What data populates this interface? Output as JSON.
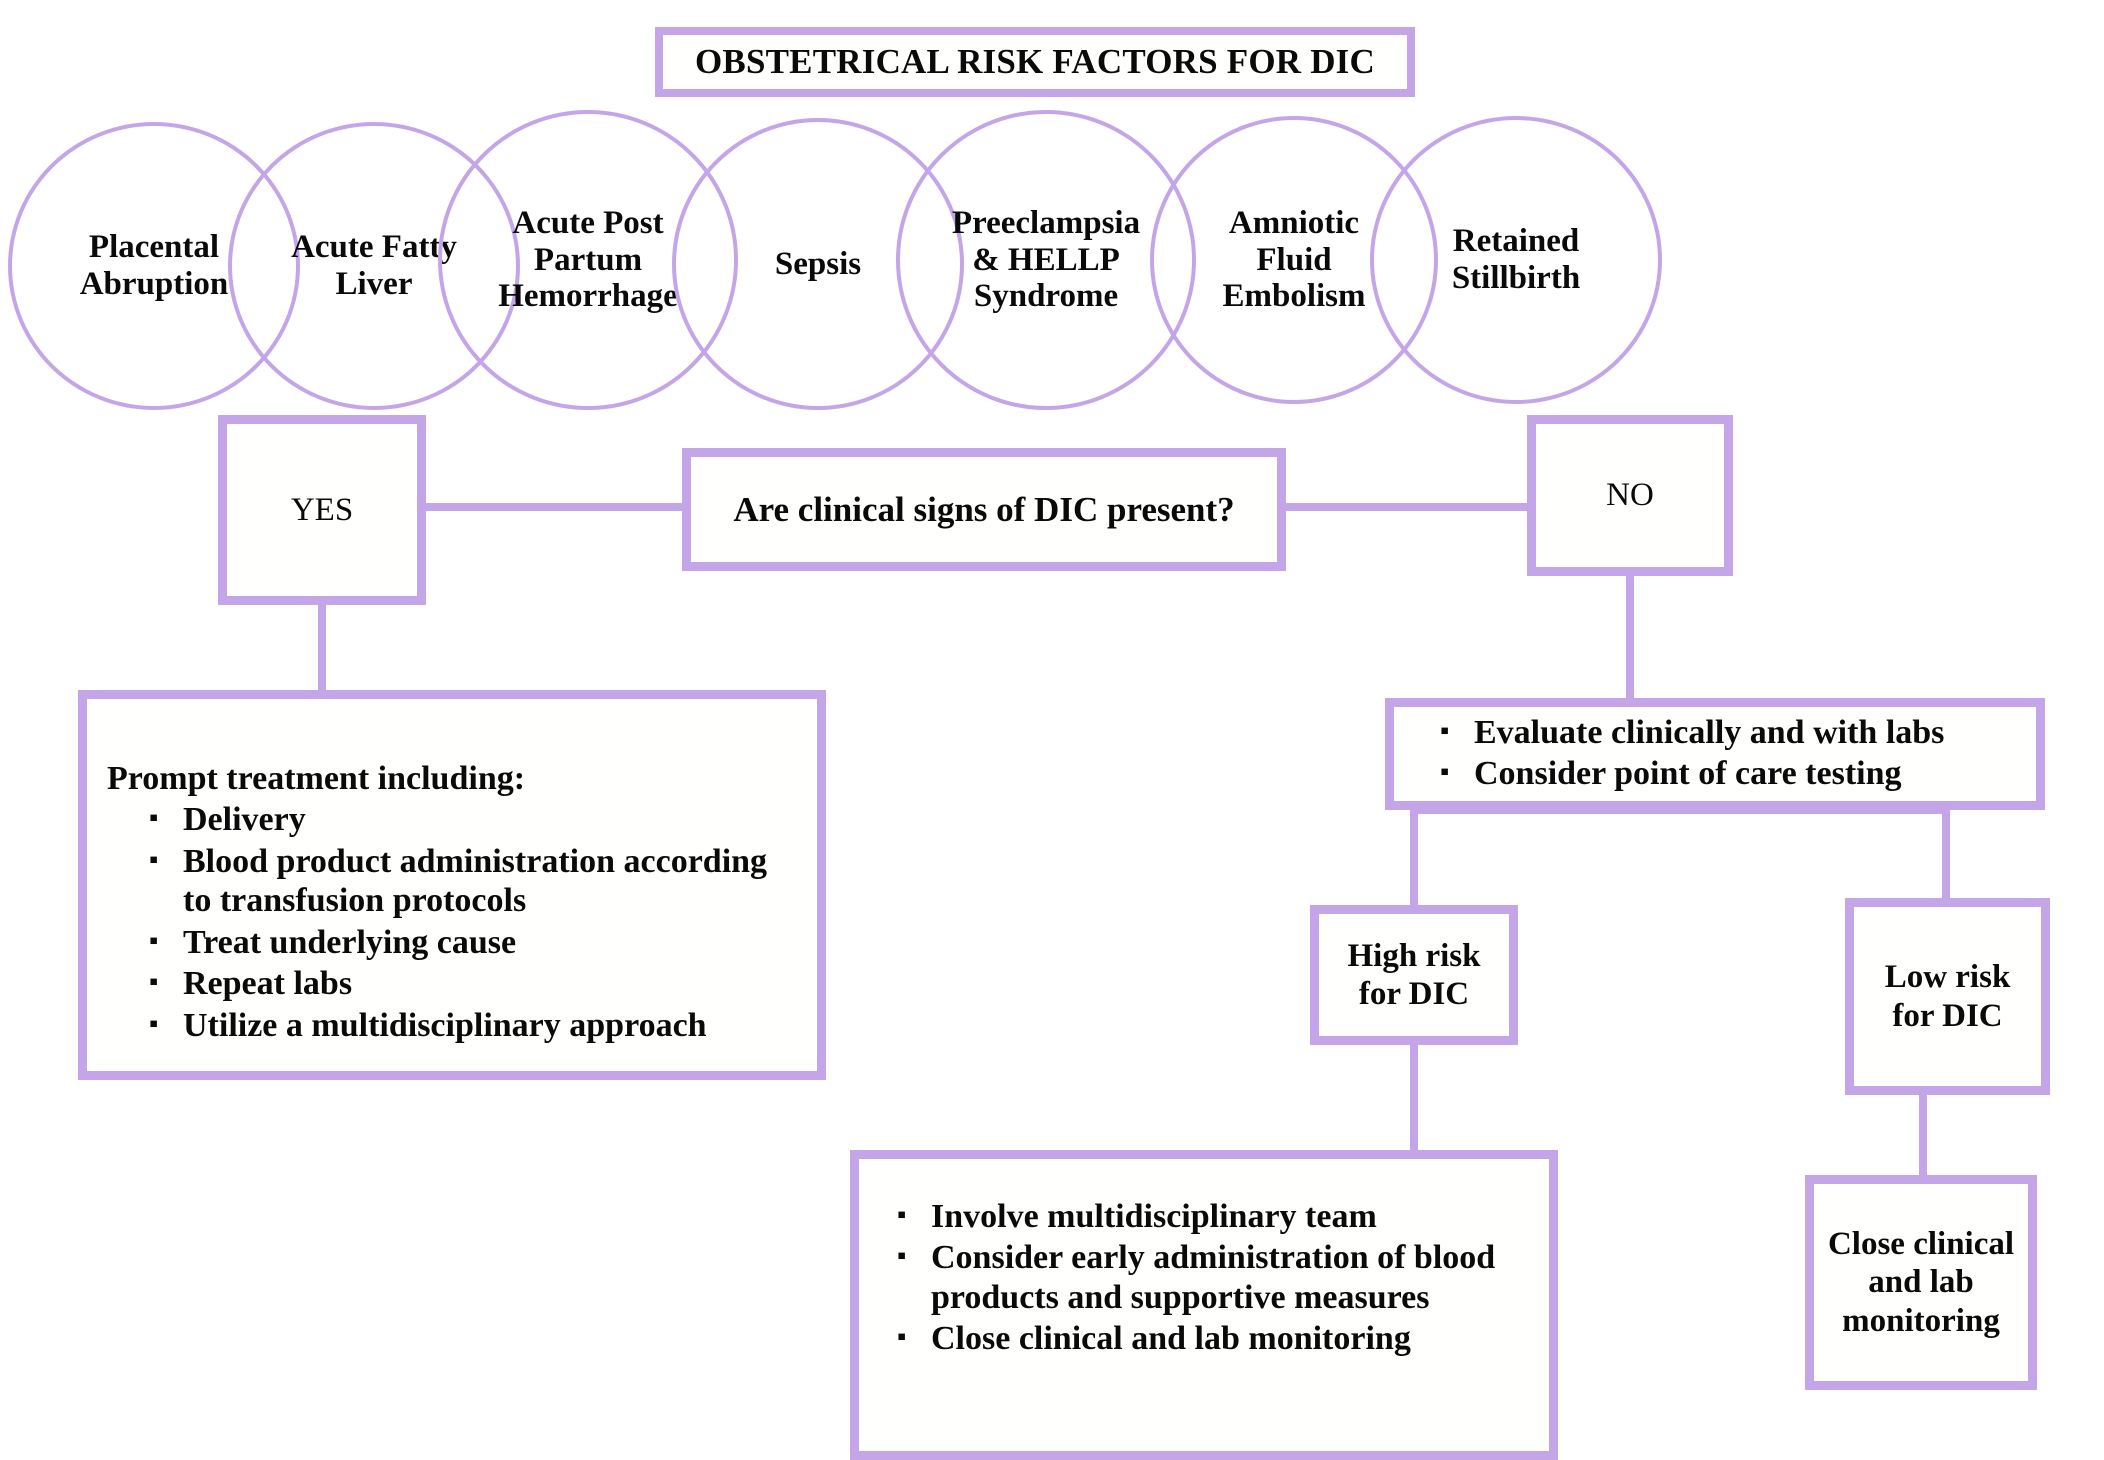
{
  "title": {
    "text": "OBSTETRICAL RISK FACTORS FOR DIC"
  },
  "risk_factors": [
    {
      "label": "Placental\nAbruption"
    },
    {
      "label": "Acute Fatty\nLiver"
    },
    {
      "label": "Acute Post\nPartum\nHemorrhage"
    },
    {
      "label": "Sepsis"
    },
    {
      "label": "Preeclampsia\n& HELLP\nSyndrome"
    },
    {
      "label": "Amniotic\nFluid\nEmbolism"
    },
    {
      "label": "Retained\nStillbirth"
    }
  ],
  "decision": {
    "yes_label": "YES",
    "question": "Are clinical signs of DIC present?",
    "no_label": "NO"
  },
  "yes_branch": {
    "lead": "Prompt treatment including:",
    "items": [
      "Delivery",
      "Blood product administration according to transfusion protocols",
      "Treat underlying cause",
      "Repeat labs",
      "Utilize a multidisciplinary approach"
    ],
    "bullet_glyph": "▪"
  },
  "no_branch": {
    "evaluate_items": [
      "Evaluate clinically and with labs",
      "Consider point of care testing"
    ],
    "high_risk_label": "High risk\nfor DIC",
    "low_risk_label": "Low risk\nfor DIC",
    "high_risk_actions": [
      "Involve multidisciplinary team",
      "Consider early administration of blood products and supportive measures",
      "Close clinical and lab monitoring"
    ],
    "low_risk_action": "Close clinical\nand lab\nmonitoring",
    "bullet_glyph": "▪"
  },
  "colors": {
    "accent_purple": "#c4a6e8",
    "text": "#0a0a0a",
    "background": "#ffffff"
  }
}
